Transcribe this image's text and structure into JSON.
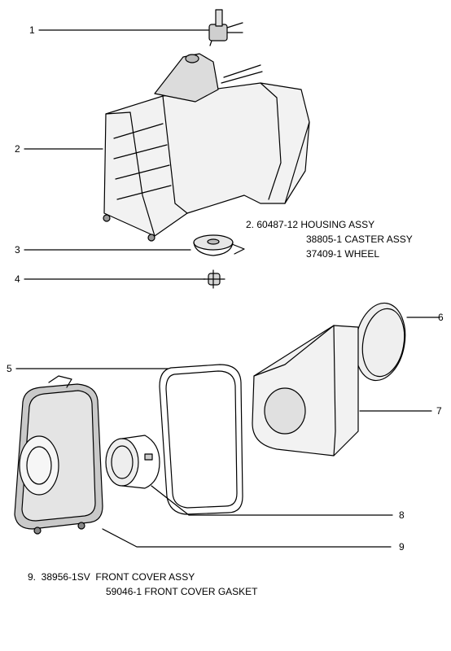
{
  "callouts": [
    "1",
    "2",
    "3",
    "4",
    "5",
    "6",
    "7",
    "8",
    "9"
  ],
  "housing_note": {
    "line1": "2. 60487-12 HOUSING ASSY",
    "line2": "38805-1 CASTER ASSY",
    "line3": "37409-1 WHEEL"
  },
  "front_cover_note": {
    "line1": "9.  38956-1SV  FRONT COVER ASSY",
    "line2": "59046-1 FRONT COVER GASKET"
  }
}
